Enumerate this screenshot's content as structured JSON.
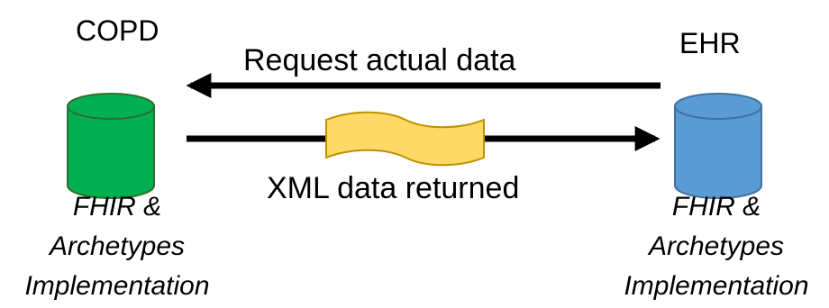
{
  "left_node": {
    "title": "COPD",
    "caption": [
      "FHIR &",
      "Archetypes",
      "Implementation"
    ],
    "color": "#00b050"
  },
  "right_node": {
    "title": "EHR",
    "caption": [
      "FHIR &",
      "Archetypes",
      "Implementation"
    ],
    "color": "#5b9bd5"
  },
  "request_label": "Request actual data",
  "response_label": "XML data returned",
  "document_color": "#ffd966"
}
